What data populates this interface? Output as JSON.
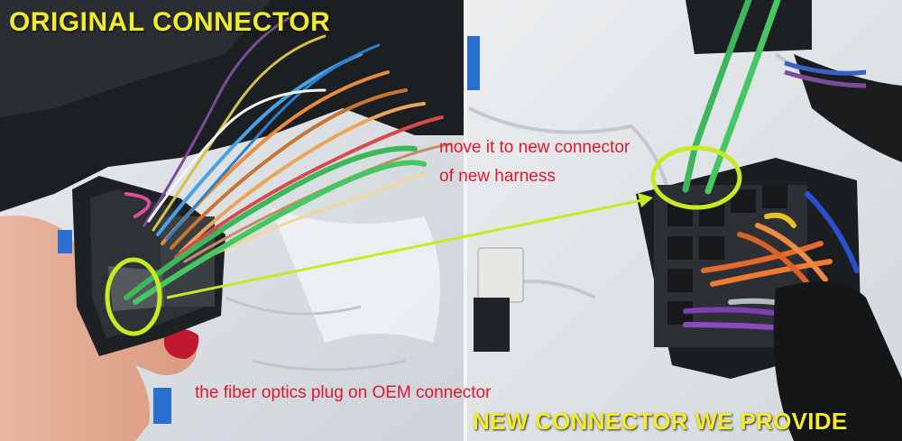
{
  "labels": {
    "original_connector": "ORIGINAL CONNECTOR",
    "move_line_1": "move it to new connector",
    "move_line_2": "of new harness",
    "fiber_optics_note": "the fiber optics plug on OEM connector",
    "new_connector": "NEW CONNECTOR WE PROVIDE"
  },
  "colors": {
    "caption_yellow": "#f2ec2a",
    "annotation_red": "#e0172c",
    "highlight_green": "#c8ea22",
    "fiber_green": "#3cb85a"
  }
}
